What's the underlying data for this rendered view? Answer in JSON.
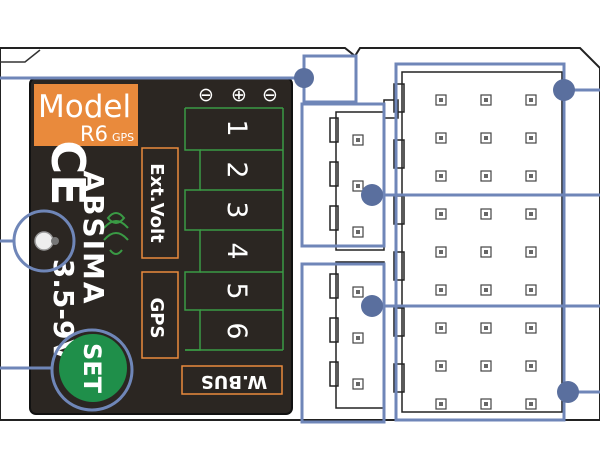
{
  "colors": {
    "board": "#2b2622",
    "board_edge": "#2a2a2a",
    "housing": "#ffffff",
    "outline": "#222222",
    "accent_orange": "#e98a3c",
    "silk_green": "#3a9a45",
    "set_green": "#1f8f4a",
    "callout": "#6f86b8",
    "callout_dot": "#5a6f9e",
    "pin": "#444444"
  },
  "model": {
    "line1": "Model",
    "line2": "R6",
    "line3": "GPS"
  },
  "marks": {
    "ce": "CE",
    "voltage": "3.5-9V",
    "brand": "ABSIMA"
  },
  "polarity": [
    "⊖",
    "⊕",
    "⊖"
  ],
  "channels": [
    "1",
    "2",
    "3",
    "4",
    "5",
    "6"
  ],
  "labels": {
    "ext_volt": "Ext.Volt",
    "gps": "GPS",
    "wbus": "W.BUS",
    "set": "SET"
  },
  "icons": {
    "logo": "absima-logo-icon"
  }
}
